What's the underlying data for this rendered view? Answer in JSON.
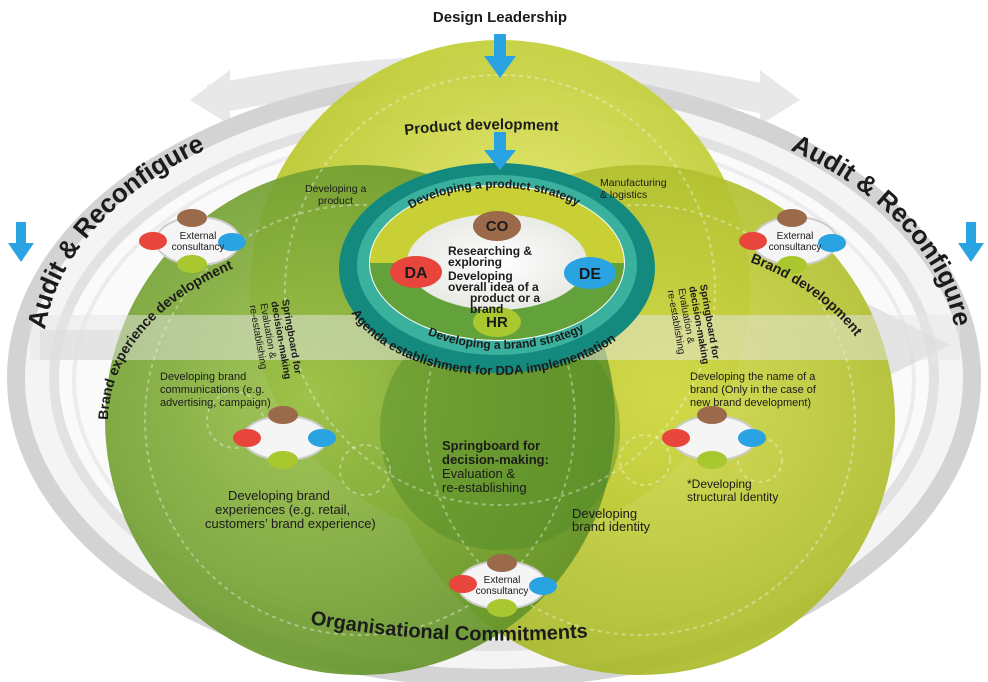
{
  "header": {
    "title": "Design Leadership"
  },
  "arcs": {
    "left": "Audit & Reconfigure",
    "right": "Audit & Reconfigure",
    "bottom": "Organisational Commitments",
    "top": "Product development",
    "left_inner": "Brand experience development",
    "right_inner": "Brand development"
  },
  "core": {
    "ring_outer_text": "Agenda establishment for DDA implementation",
    "ring_top_text": "Developing a product strategy",
    "ring_bottom_text": "Developing a brand strategy",
    "center_line1": "Researching &",
    "center_line2": "exploring",
    "center_line3": "Developing",
    "center_line4": "overall idea of a",
    "center_line5": "product or a",
    "center_line6": "brand",
    "badges": {
      "co": "CO",
      "da": "DA",
      "de": "DE",
      "hr": "HR"
    }
  },
  "product_zone": {
    "developing_product_1": "Developing a",
    "developing_product_2": "product",
    "manufacturing_1": "Manufacturing",
    "manufacturing_2": "& logistics"
  },
  "consultancy": {
    "line1": "External",
    "line2": "consultancy"
  },
  "springboard_side": {
    "line1": "Springboard for",
    "line2": "decision-making",
    "line3": "Evaluation &",
    "line4": "re-establishing"
  },
  "left_zone": {
    "communications_1": "Developing brand",
    "communications_2": "communications (e.g.",
    "communications_3": "advertising, campaign)",
    "experiences_1": "Developing brand",
    "experiences_2": "experiences (e.g. retail,",
    "experiences_3": "customers’ brand experience)"
  },
  "right_zone": {
    "name_1": "Developing the name of a",
    "name_2": "brand (Only in the case of",
    "name_3": "new brand development)",
    "structural_1": "*Developing",
    "structural_2": "structural Identity",
    "identity_1": "Developing",
    "identity_2": "brand identity"
  },
  "center_springboard": {
    "line1": "Springboard for",
    "line2": "decision-making:",
    "line3": "Evaluation &",
    "line4": "re-establishing"
  },
  "colors": {
    "arrow_blue": "#2aa3e3",
    "green": "#6f9d2e",
    "yellow_green": "#c5cf2a",
    "teal": "#1b9a8e",
    "badge_red": "#e8453c",
    "badge_blue": "#2aa3e3",
    "badge_brown": "#9a6a4a",
    "badge_green": "#7fb42a"
  }
}
